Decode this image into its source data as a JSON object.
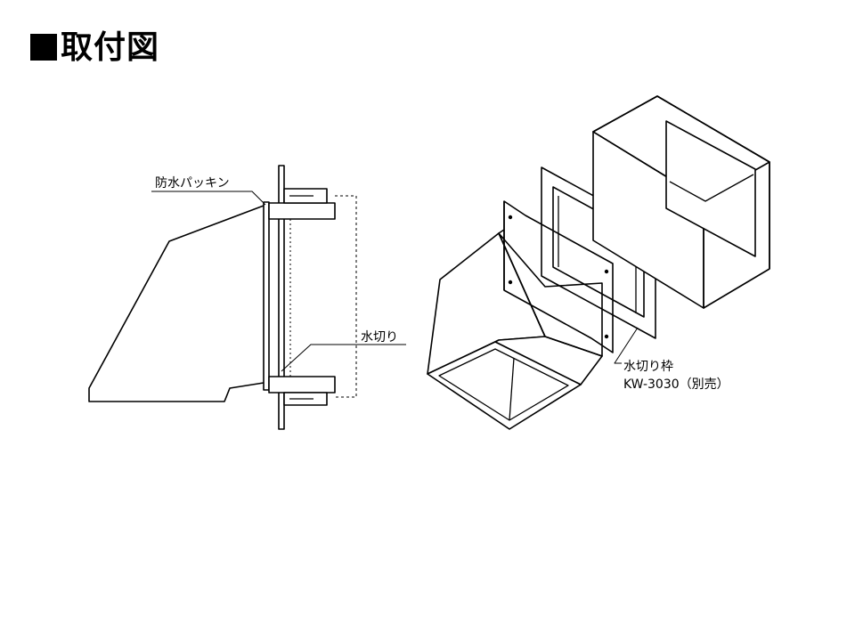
{
  "header": {
    "title": "取付図"
  },
  "labels": {
    "packing": "防水パッキン",
    "drip": "水切り",
    "drip_frame": "水切り枠",
    "drip_frame_model": "KW-3030（別売）"
  },
  "colors": {
    "line": "#000000",
    "background": "#ffffff"
  }
}
